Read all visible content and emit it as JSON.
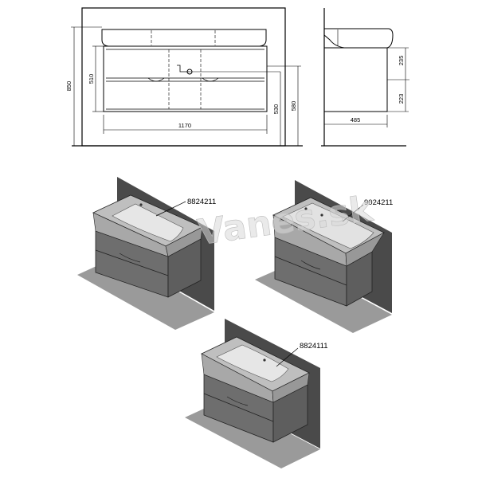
{
  "front_view": {
    "dim_total_height": "850",
    "dim_cabinet_height": "510",
    "dim_floor_to_top": "530",
    "dim_floor_to_basin": "580",
    "dim_width": "1170"
  },
  "side_view": {
    "dim_depth": "485",
    "dim_upper": "235",
    "dim_lower": "223"
  },
  "variants": [
    {
      "code": "8824211"
    },
    {
      "code": "9024211"
    },
    {
      "code": "8824111"
    }
  ],
  "watermark": "Vanes.sk",
  "colors": {
    "line": "#000000",
    "wall": "#4a4a4a",
    "floor": "#9a9a9a",
    "cabinet": "#6e6e6e",
    "basin": "#bfbfbf"
  }
}
